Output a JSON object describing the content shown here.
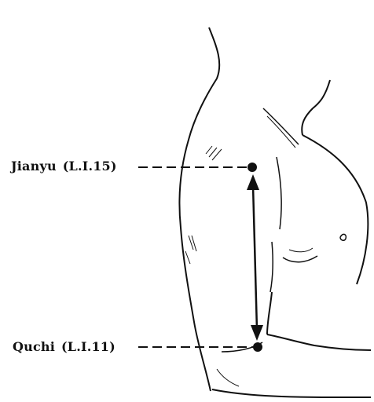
{
  "points": [
    {
      "name": "Jianyu",
      "code": "(L.I.15)"
    },
    {
      "name": "Quchi",
      "code": "(L.I.11)"
    }
  ],
  "colors": {
    "ink": "#111111",
    "background": "#ffffff"
  }
}
